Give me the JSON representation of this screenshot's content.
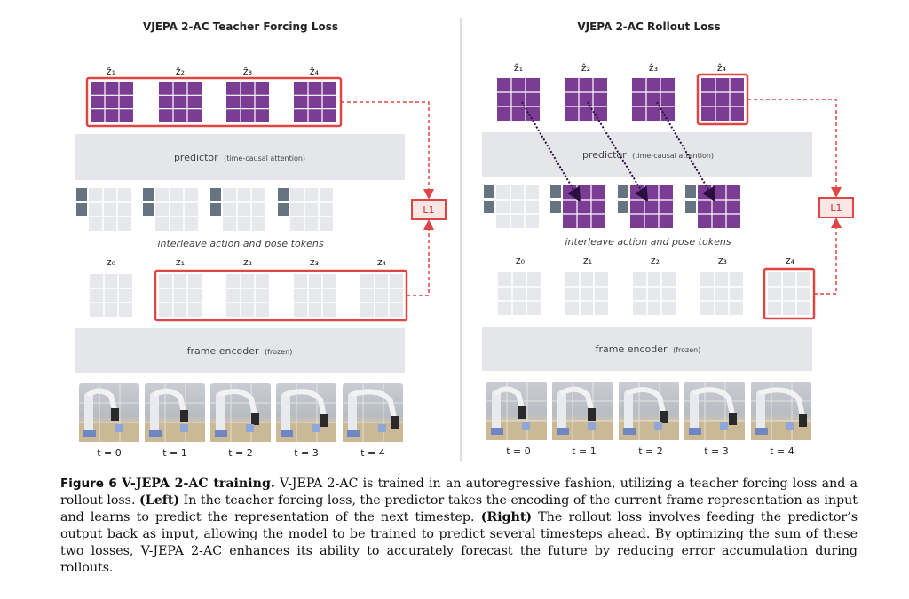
{
  "figure": {
    "left_panel": {
      "title": "VJEPA 2-AC Teacher Forcing Loss",
      "pred_labels": [
        "ẑ₁",
        "ẑ₂",
        "ẑ₃",
        "ẑ₄"
      ],
      "predictor_label": "predictor",
      "predictor_note": "(time-causal attention)",
      "interleave_text": "interleave action and pose tokens",
      "z_labels": [
        "z₀",
        "z₁",
        "z₂",
        "z₃",
        "z₄"
      ],
      "encoder_label": "frame encoder",
      "encoder_note": "(frozen)",
      "time_labels": [
        "t = 0",
        "t = 1",
        "t = 2",
        "t = 3",
        "t = 4"
      ],
      "loss_label": "L1"
    },
    "right_panel": {
      "title": "VJEPA 2-AC Rollout Loss",
      "pred_labels": [
        "ẑ₁",
        "ẑ₂",
        "ẑ₃",
        "ẑ₄"
      ],
      "predictor_label": "predictor",
      "predictor_note": "(time-causal attention)",
      "interleave_text": "interleave action and pose tokens",
      "z_labels": [
        "z₀",
        "z₁",
        "z₂",
        "z₃",
        "z₄"
      ],
      "encoder_label": "frame encoder",
      "encoder_note": "(frozen)",
      "time_labels": [
        "t = 0",
        "t = 1",
        "t = 2",
        "t = 3",
        "t = 4"
      ],
      "loss_label": "L1"
    },
    "colors": {
      "purple": "#7b3d94",
      "grey_cell": "#e6e8ec",
      "token": "#667380",
      "box": "#e4e6ea",
      "red": "#e04545"
    }
  },
  "caption": {
    "label": "Figure 6",
    "title": "V-JEPA 2-AC training.",
    "text_1": " V-JEPA 2-AC is trained in an autoregressive fashion, utilizing a teacher forcing loss and a rollout loss. ",
    "left_tag": "(Left)",
    "text_2": " In the teacher forcing loss, the predictor takes the encoding of the current frame representation as input and learns to predict the representation of the next timestep. ",
    "right_tag": "(Right)",
    "text_3": " The rollout loss involves feeding the predictor’s output back as input, allowing the model to be trained to predict several timesteps ahead. By optimizing the sum of these two losses, V-JEPA 2-AC enhances its ability to accurately forecast the future by reducing error accumulation during rollouts."
  }
}
